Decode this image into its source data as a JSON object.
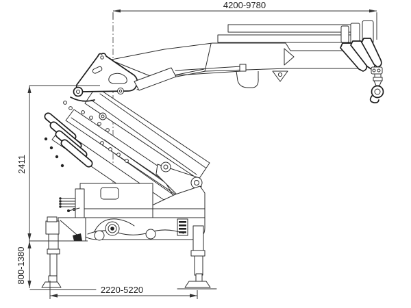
{
  "diagram": {
    "subject": "Folded truck-mounted knuckle-boom crane, technical side-view outline drawing",
    "background_color": "#ffffff",
    "line_color": "#2b2b2b",
    "dimensions": {
      "top_span": "4200-9780",
      "height": "2411",
      "ground_clearance": "800-1380",
      "outrigger_spread": "2220-5220"
    }
  }
}
